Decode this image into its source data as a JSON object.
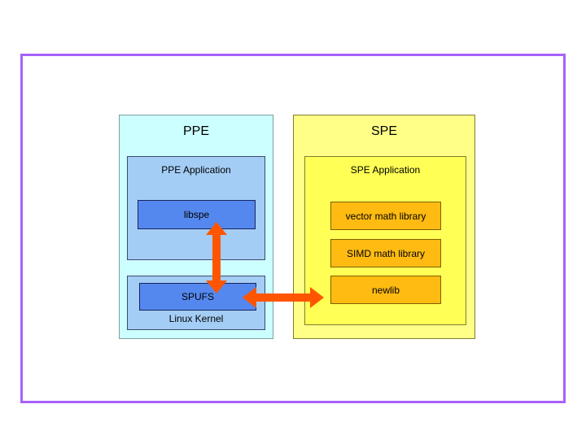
{
  "diagram": {
    "title_hidden": "",
    "frame": {
      "border_color": "#a861fa"
    },
    "ppe": {
      "title": "PPE",
      "background": "#ccffff",
      "application": {
        "label": "PPE Application",
        "background": "#a3cdf5",
        "child": {
          "label": "libspe",
          "background": "#5588ee"
        }
      },
      "kernel": {
        "label": "Linux Kernel",
        "background": "#a3cdf5",
        "child": {
          "label": "SPUFS",
          "background": "#5588ee"
        }
      }
    },
    "spe": {
      "title": "SPE",
      "background": "#ffff88",
      "application": {
        "label": "SPE Application",
        "background": "#ffff55",
        "libraries": [
          {
            "label": "vector math library",
            "background": "#ffbb11"
          },
          {
            "label": "SIMD math library",
            "background": "#ffbb11"
          },
          {
            "label": "newlib",
            "background": "#ffbb11"
          }
        ]
      }
    },
    "arrows": {
      "color": "#ff5500",
      "vertical": {
        "name": "libspe-to-spufs-arrow",
        "direction": "double"
      },
      "horizontal": {
        "name": "spufs-to-newlib-arrow",
        "direction": "double"
      }
    }
  }
}
